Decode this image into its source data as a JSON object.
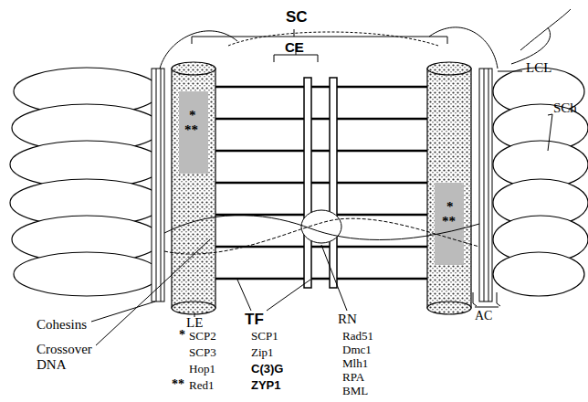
{
  "diagram": {
    "labels": [
      "SC",
      "CE",
      "LCL",
      "SCh",
      "*",
      "**",
      "*",
      "**",
      "Cohesins",
      "Crossover DNA",
      "LE",
      "TF",
      "RN",
      "AC",
      "*",
      "SCP2",
      "SCP3",
      "Hop1",
      "**",
      "Red1",
      "SCP1",
      "Zip1",
      "C(3)G",
      "ZYP1",
      "Rad51",
      "Dmc1",
      "Mlh1",
      "RPA",
      "BML"
    ]
  }
}
